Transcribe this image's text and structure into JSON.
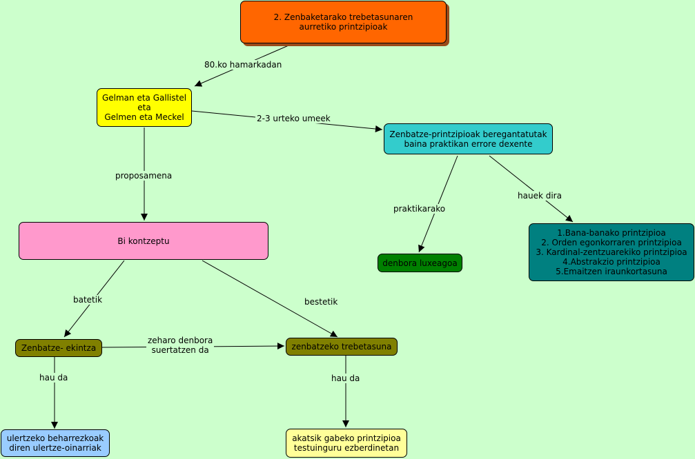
{
  "colors": {
    "background": "#ccffcc",
    "root": "#ff6600",
    "gelman": "#ffff00",
    "zenbatze_printzipioak": "#33cccc",
    "bi_kontzeptu": "#ff99cc",
    "dark_olive": "#808000",
    "dark_green": "#008000",
    "teal": "#008080",
    "light_blue": "#99ccff",
    "light_yellow": "#ffff99"
  },
  "nodes": {
    "root": "2. Zenbaketarako trebetasunaren\naurretiko printzipioak",
    "gelman": "Gelman eta Gallistel\neta\nGelmen eta Meckel",
    "zenbatze_printzipioak": "Zenbatze-printzipioak beregantatutak\nbaina praktikan errore dexente",
    "bi_kontzeptu": "Bi kontzeptu",
    "denbora_luxeagoa": "denbora luxeagoa",
    "printzipio_zerrenda": "1.Bana-banako printzipioa\n2. Orden egonkorraren printzipioa\n3. Kardinal-zentzuarekiko printzipioa\n4.Abstrakzio printzipioa\n5.Emaitzen iraunkortasuna",
    "zenbatze_ekintza": "Zenbatze- ekintza",
    "zenbatzeko_trebetasuna": "zenbatzeko trebetasuna",
    "ulertzeko": "ulertzeko beharrezkoak\ndiren ulertze-oinarriak",
    "akatsik_gabeko": "akatsik gabeko printzipioa\ntestuinguru ezberdinetan"
  },
  "links": {
    "hamarkadan": "80.ko hamarkadan",
    "urteko_umeek": "2-3 urteko umeek",
    "proposamena": "proposamena",
    "praktikarako": "praktikarako",
    "hauek_dira": "hauek dira",
    "batetik": "batetik",
    "bestetik": "bestetik",
    "zeharo_denbora": "zeharo denbora\nsuertatzen da",
    "hau_da_1": "hau da",
    "hau_da_2": "hau da"
  }
}
